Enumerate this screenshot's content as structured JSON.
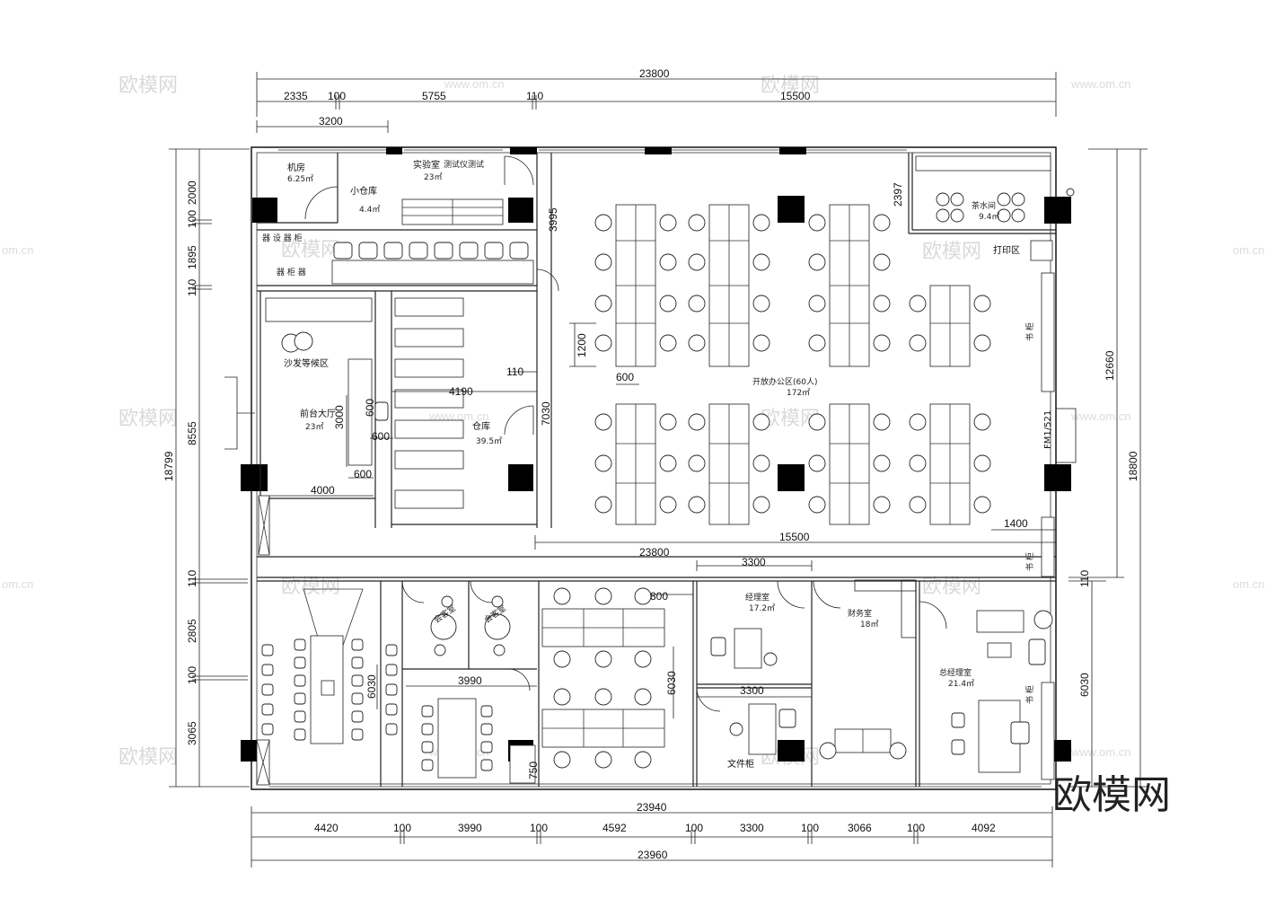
{
  "dimensions": {
    "top_total": "23800",
    "top_segments": [
      "2335",
      "100",
      "5755",
      "110",
      "15500"
    ],
    "top_sub": "3200",
    "left_total": "18799",
    "left_segments": [
      "2000",
      "100",
      "1895",
      "110",
      "8555",
      "110",
      "2805",
      "100",
      "3065"
    ],
    "right_total": "18800",
    "right_segments": [
      "12660",
      "110",
      "6030"
    ],
    "bottom_upper": "23940",
    "bottom_segments": [
      "4420",
      "100",
      "3990",
      "100",
      "4592",
      "100",
      "3300",
      "100",
      "3066",
      "100",
      "4092"
    ],
    "bottom_total": "23960",
    "interior": {
      "d3995": "3995",
      "d2397": "2397",
      "d1200": "1200",
      "d600a": "600",
      "d110": "110",
      "d4190": "4190",
      "d7030": "7030",
      "d3000": "3000",
      "d600b": "600",
      "d600c": "600",
      "d4000": "4000",
      "d23800": "23800",
      "d15500": "15500",
      "d1400": "1400",
      "d3300a": "3300",
      "d800": "800",
      "d3990": "3990",
      "d6030a": "6030",
      "d6030b": "6030",
      "d3300b": "3300",
      "d750": "750",
      "d6030c": "6030"
    }
  },
  "rooms": {
    "server": {
      "name": "机房",
      "area": "6.25㎡"
    },
    "lab": {
      "name": "实验室",
      "area": "23㎡",
      "note": "测试仪测试"
    },
    "small_storage": {
      "name": "小仓库",
      "area": "4.4㎡"
    },
    "corridor_a": "器 设 器 柜",
    "corridor_b": "器 柜 器",
    "sofa": "沙发等候区",
    "reception": {
      "name": "前台大厅",
      "area": "23㎡"
    },
    "warehouse": {
      "name": "仓库",
      "area": "39.5㎡"
    },
    "open_office": {
      "name": "开放办公区(60人)",
      "area": "172㎡"
    },
    "tea": {
      "name": "茶水间",
      "area": "9.4㎡"
    },
    "print": "打印区",
    "shelf_label": "FM1/521",
    "gm_office": {
      "name": "经理室",
      "area": "17.2㎡"
    },
    "finance": {
      "name": "财务室",
      "area": "18㎡"
    },
    "general_manager": {
      "name": "总经理室",
      "area": "21.4㎡"
    },
    "files": "文件柜",
    "cabinet": "书 柜",
    "meeting": "会客室"
  },
  "watermarks": {
    "brand": "欧模网",
    "url": "www.om.cn",
    "url_cut": "om.cn"
  }
}
